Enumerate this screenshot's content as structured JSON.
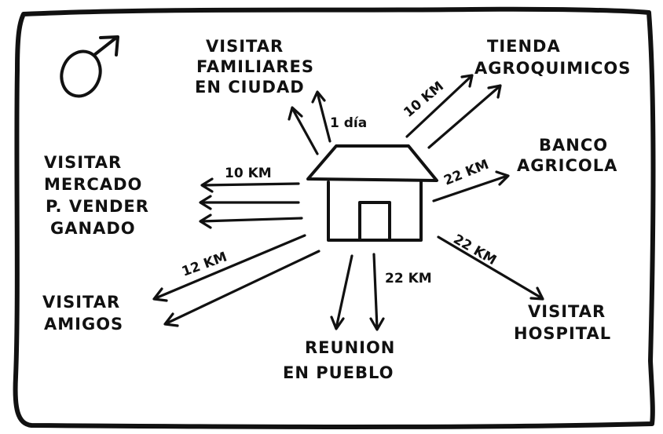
{
  "symbol": {
    "name": "male-symbol-icon",
    "glyph": "♂"
  },
  "destinations": {
    "familiares": [
      "VISITAR",
      "FAMILIARES",
      "EN CIUDAD"
    ],
    "agroquimicos": [
      "TIENDA",
      "AGROQUIMICOS"
    ],
    "banco": [
      "BANCO",
      "AGRICOLA"
    ],
    "mercado": [
      "VISITAR",
      "MERCADO",
      "P. VENDER",
      "GANADO"
    ],
    "amigos": [
      "VISITAR",
      "AMIGOS"
    ],
    "reunion": [
      "REUNION",
      "EN PUEBLO"
    ],
    "hospital": [
      "VISITAR",
      "HOSPITAL"
    ]
  },
  "distances": {
    "familiares": "1 día",
    "agroquimicos": "10 KM",
    "banco": "22 KM",
    "mercado": "10 KM",
    "amigos": "12 KM",
    "reunion": "22 KM",
    "hospital": "22 KM"
  },
  "colors": {
    "ink": "#111111",
    "paper": "#ffffff"
  }
}
